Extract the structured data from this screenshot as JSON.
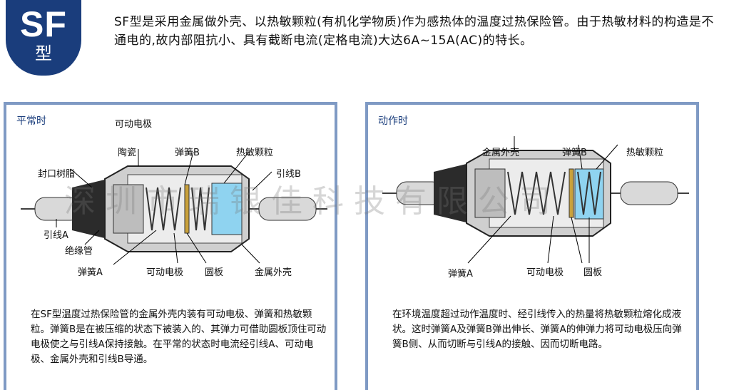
{
  "header": {
    "badge_main": "SF",
    "badge_sub": "型",
    "intro": "SF型是采用金属做外壳、以热敏颗粒(有机化学物质)作为感热体的温度过热保险管。由于热敏材料的构造是不通电的,故内部阻抗小、具有截断电流(定格电流)大达6A~15A(AC)的特长。"
  },
  "left_panel": {
    "title": "平常时",
    "labels": {
      "movable_electrode_top": "可动电极",
      "ceramic": "陶瓷",
      "spring_b": "弹簧B",
      "thermal_pellet": "热敏颗粒",
      "seal_resin": "封口树脂",
      "lead_b": "引线B",
      "lead_a": "引线A",
      "insulation_tube": "绝缘管",
      "spring_a": "弹簧A",
      "movable_electrode": "可动电极",
      "disc": "圆板",
      "metal_shell": "金属外壳"
    },
    "description": "在SF型温度过热保险管的金属外壳内装有可动电极、弹簧和热敏颗粒。弹簧B是在被压缩的状态下被装入的、其弹力可借助圆板顶住可动电极使之与引线A保持接触。在平常的状态时电流经引线A、可动电极、金属外壳和引线B导通。"
  },
  "right_panel": {
    "title": "动作时",
    "labels": {
      "metal_shell": "金属外壳",
      "spring_b": "弹簧B",
      "thermal_pellet": "热敏颗粒",
      "spring_a": "弹簧A",
      "movable_electrode": "可动电极",
      "disc": "圆板"
    },
    "description": "在环境温度超过动作温度时、经引线传入的热量将热敏颗粒熔化成液状。这时弹簧A及弹簧B弹出伸长、弹簧A的伸弹力将可动电极压向弹簧B侧、从而切断与引线A的接触、因而切断电路。"
  },
  "watermark": "深圳市瑞银佳科技有限公司",
  "colors": {
    "badge": "#1a3d7c",
    "panel_border": "#7f9ac4",
    "pellet": "#8fd3f0",
    "spring": "#c9a13b"
  }
}
